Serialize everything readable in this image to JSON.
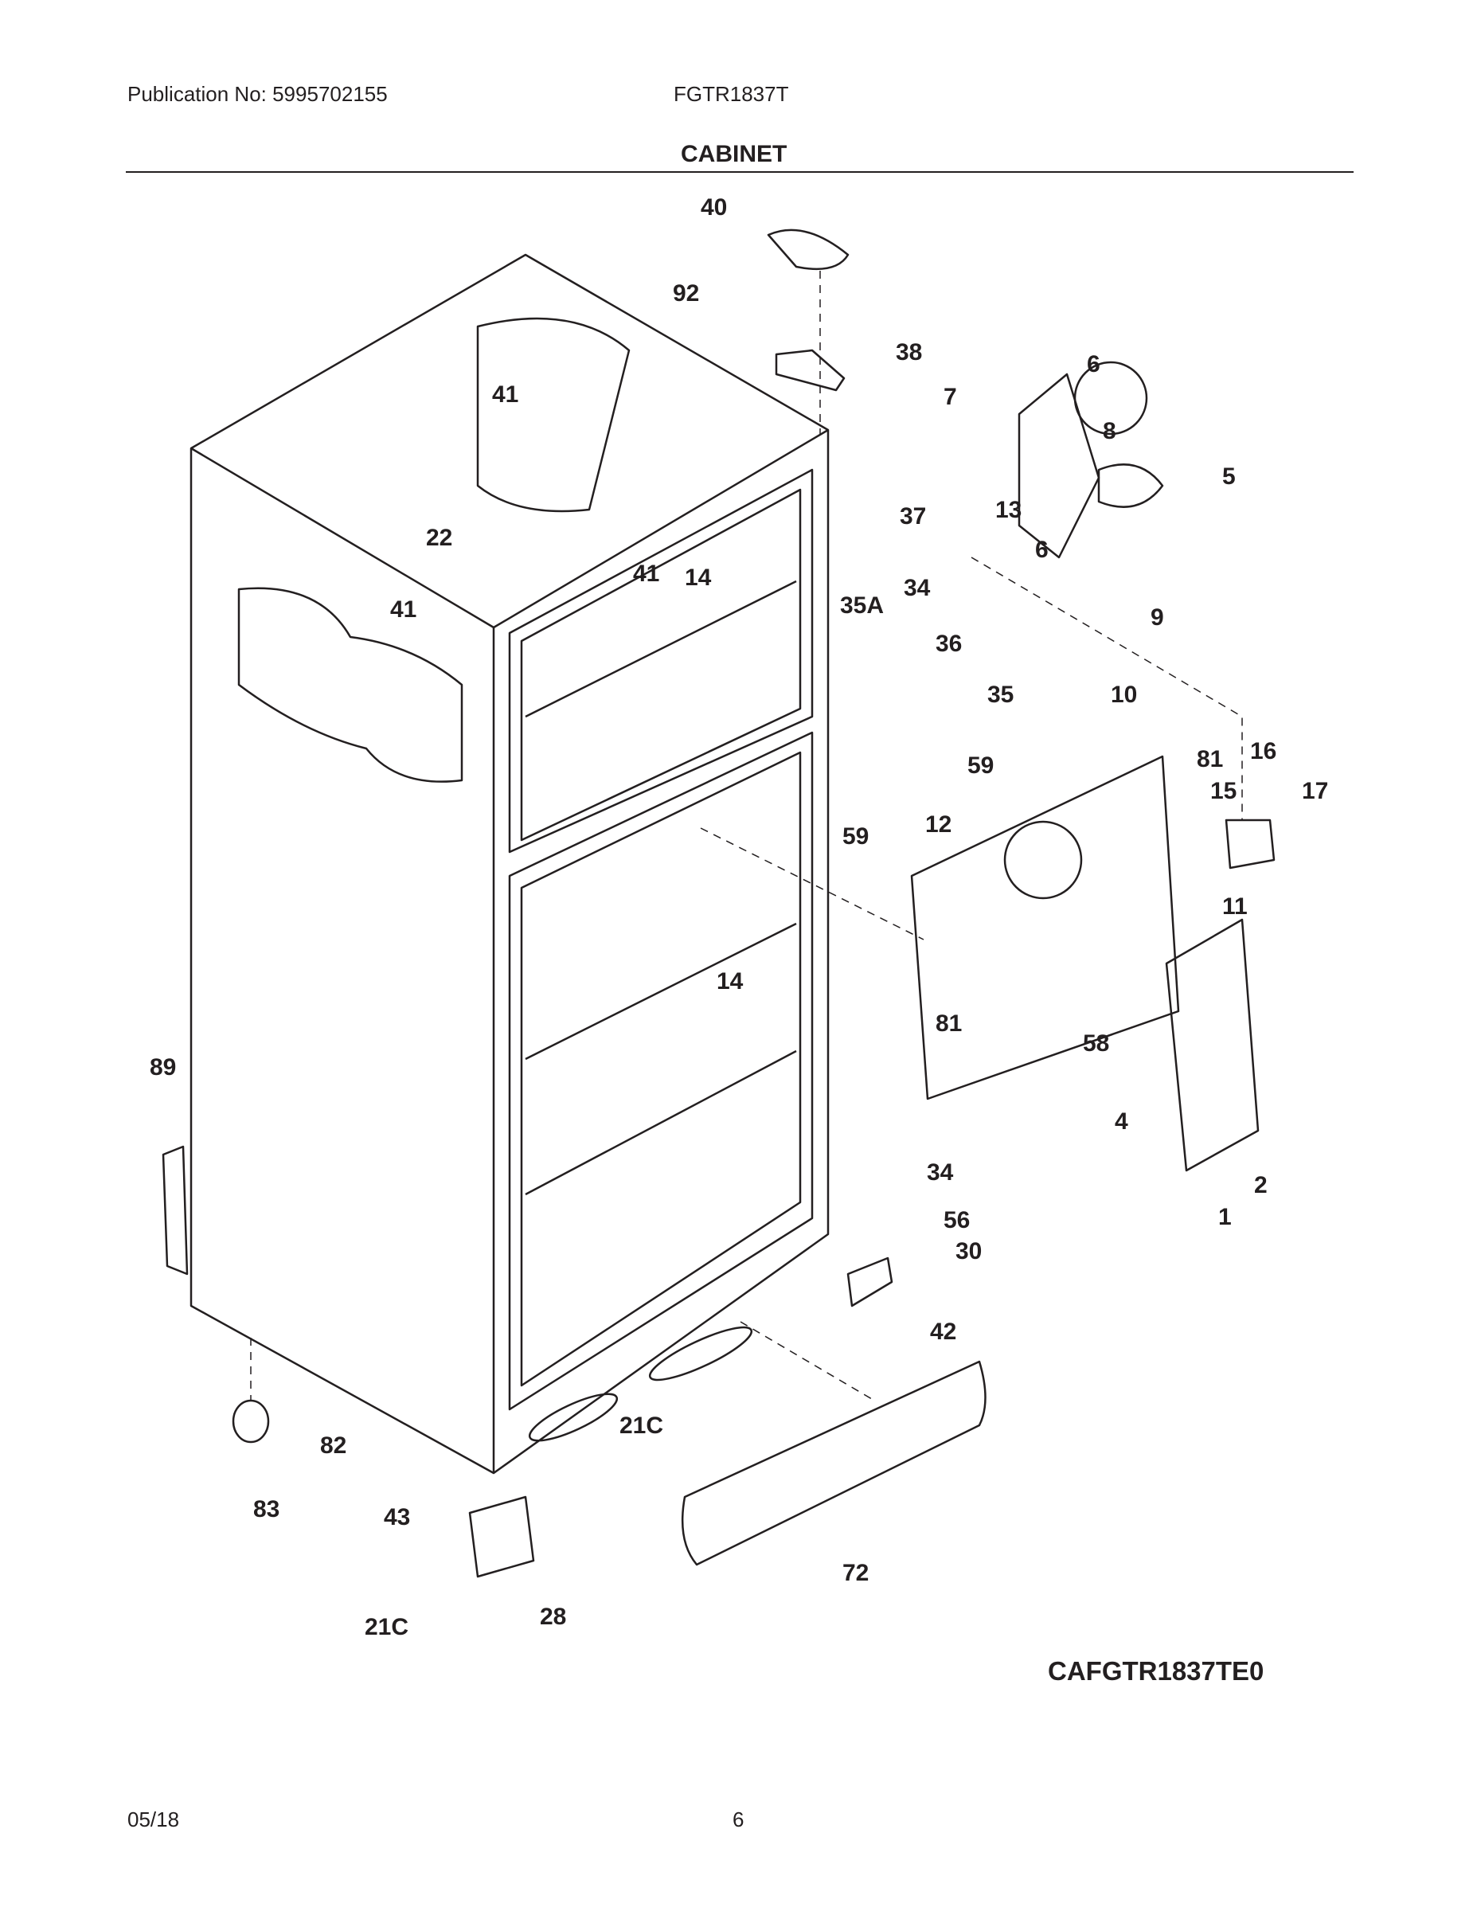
{
  "header": {
    "publication": "Publication No: 5995702155",
    "model": "FGTR1837T"
  },
  "section_title": "CABINET",
  "diagram_code": "CAFGTR1837TE0",
  "footer": {
    "date": "05/18",
    "page": "6"
  },
  "callouts": [
    "40",
    "92",
    "38",
    "7",
    "6",
    "8",
    "13",
    "5",
    "41",
    "37",
    "6",
    "9",
    "22",
    "41",
    "14",
    "34",
    "35A",
    "36",
    "35",
    "10",
    "41",
    "59",
    "81",
    "16",
    "15",
    "17",
    "59",
    "12",
    "11",
    "14",
    "81",
    "58",
    "89",
    "4",
    "2",
    "34",
    "1",
    "56",
    "30",
    "42",
    "82",
    "21C",
    "83",
    "43",
    "72",
    "28",
    "21C"
  ]
}
